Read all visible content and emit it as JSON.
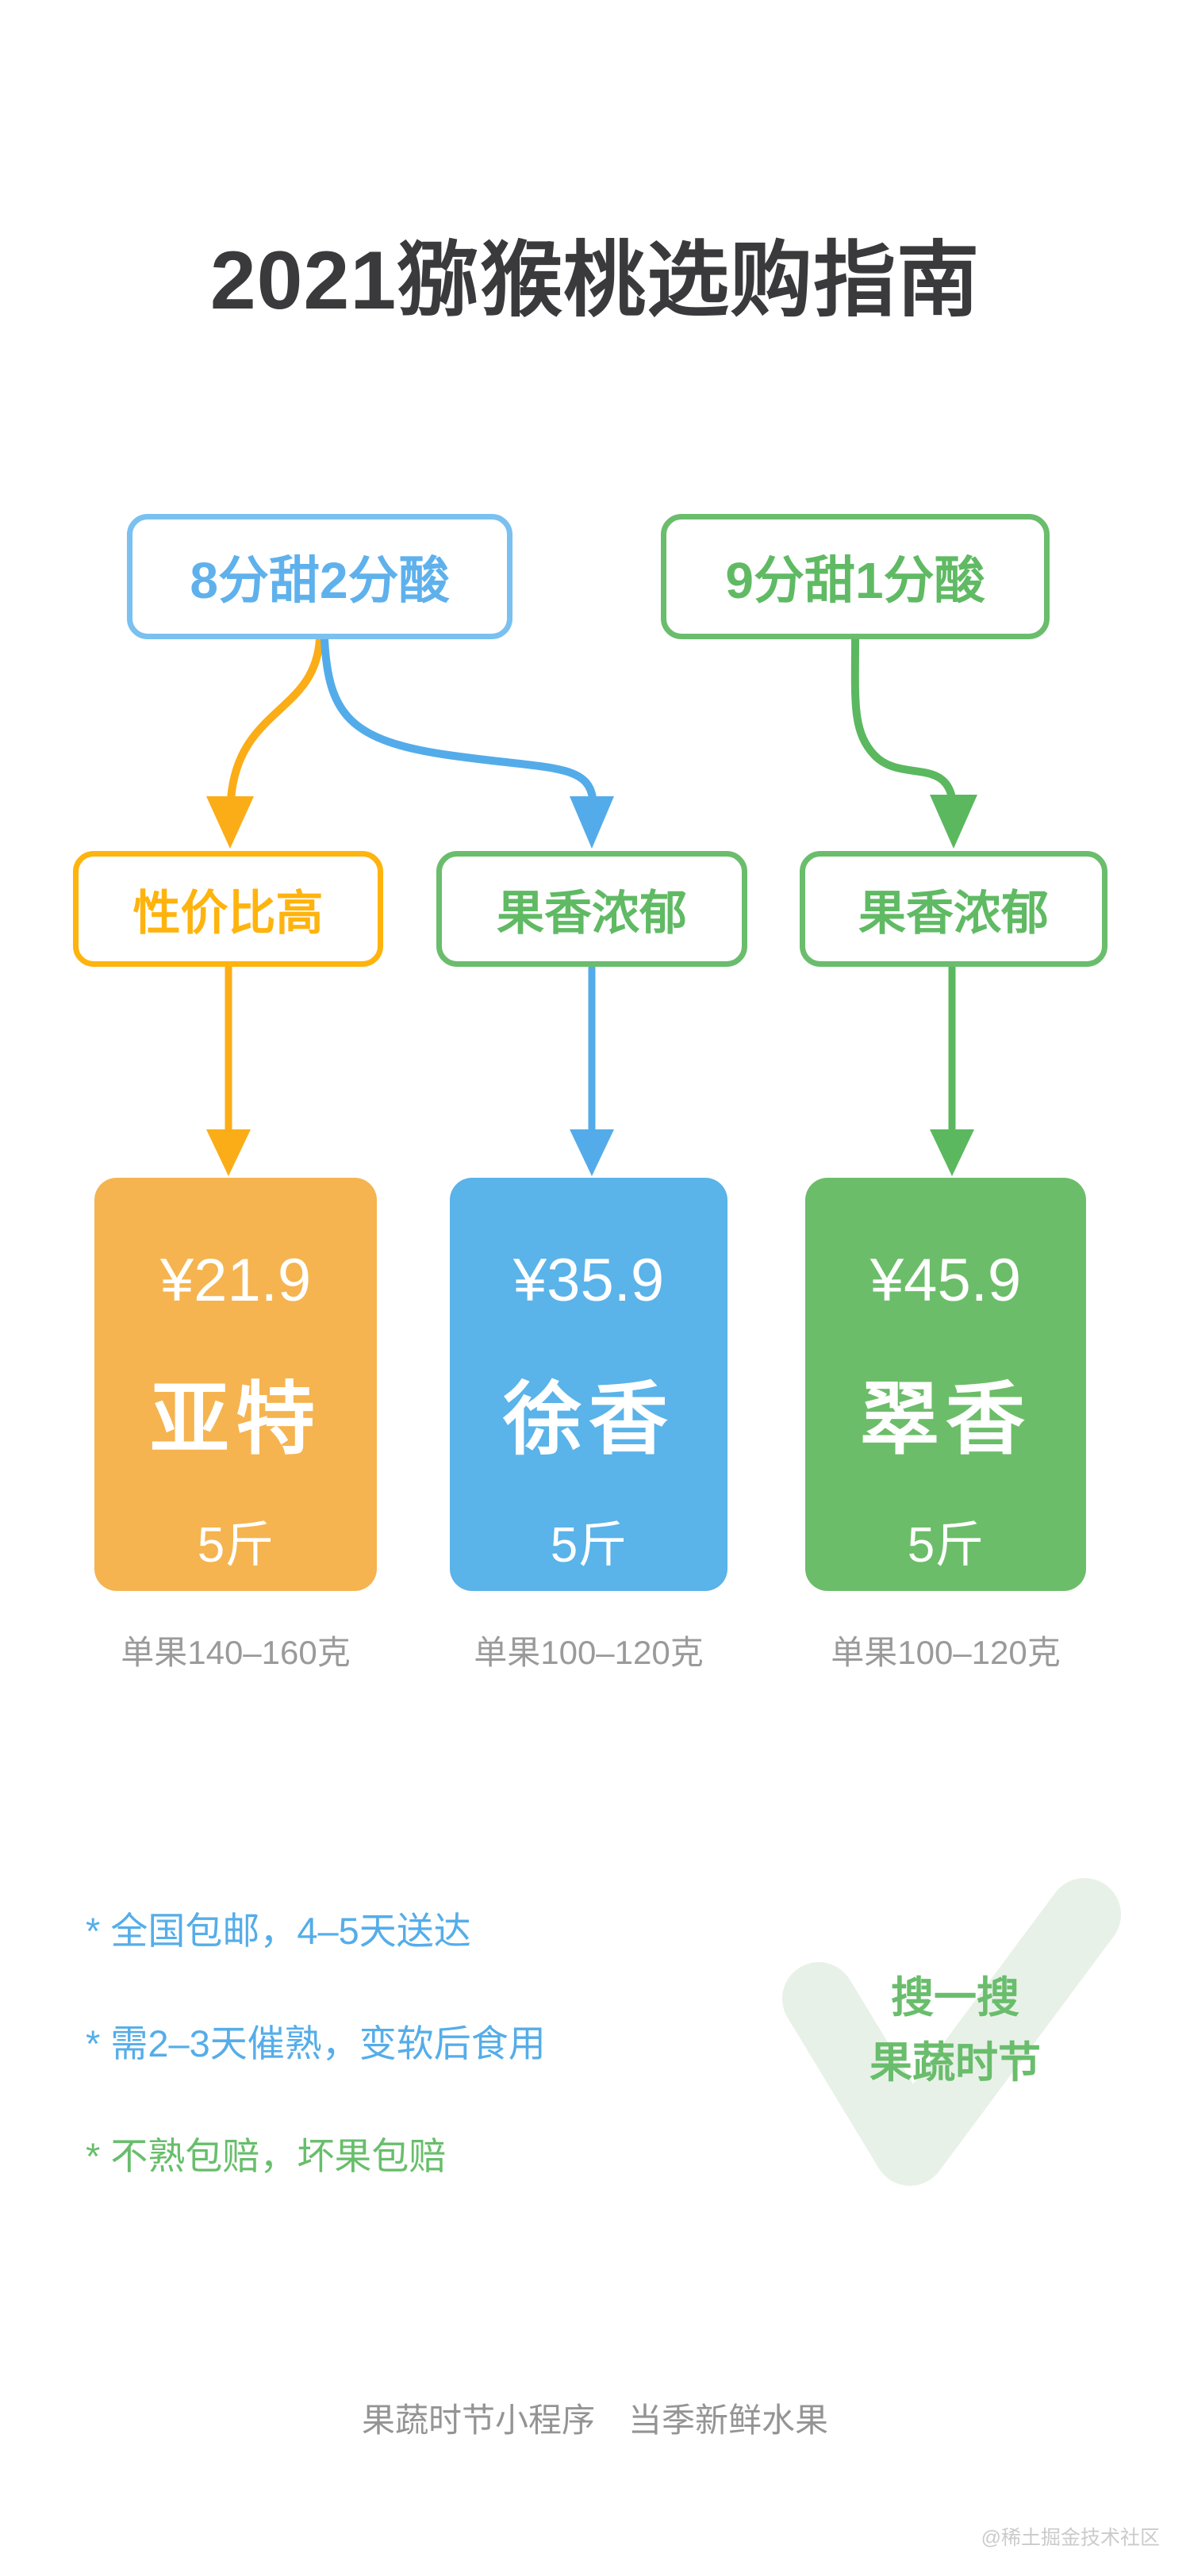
{
  "page": {
    "title": "2021猕猴桃选购指南",
    "footer": "果蔬时节小程序　当季新鲜水果",
    "watermark": "@稀土掘金技术社区"
  },
  "flow": {
    "taste_nodes": [
      {
        "label": "8分甜2分酸",
        "color": "#5fb1ec"
      },
      {
        "label": "9分甜1分酸",
        "color": "#6abd6c"
      }
    ],
    "feature_nodes": [
      {
        "label": "性价比高",
        "color": "#ffb30d"
      },
      {
        "label": "果香浓郁",
        "color": "#6abd6c"
      },
      {
        "label": "果香浓郁",
        "color": "#6abd6c"
      }
    ],
    "products": [
      {
        "price": "¥21.9",
        "name": "亚特",
        "qty": "5斤",
        "weight": "单果140–160克",
        "color": "#f5b450"
      },
      {
        "price": "¥35.9",
        "name": "徐香",
        "qty": "5斤",
        "weight": "单果100–120克",
        "color": "#5ab3e9"
      },
      {
        "price": "¥45.9",
        "name": "翠香",
        "qty": "5斤",
        "weight": "单果100–120克",
        "color": "#6cbd69"
      }
    ]
  },
  "notes": [
    {
      "text": "* 全国包邮，4–5天送达",
      "color": "#55ade9"
    },
    {
      "text": "* 需2–3天催熟，变软后食用",
      "color": "#55ade9"
    },
    {
      "text": "* 不熟包赔，坏果包赔",
      "color": "#68be6b"
    }
  ],
  "search": {
    "line1": "搜一搜",
    "line2": "果蔬时节",
    "icon": "check-icon",
    "icon_color": "#e8f1e8"
  },
  "colors": {
    "title": "#3a3a3c",
    "blue_border": "#7ac0f0",
    "blue_text": "#5fb1ec",
    "blue_arrow": "#53ace9",
    "green": "#6abd6c",
    "yellow": "#ffb30d",
    "yellow_arrow": "#fbad17",
    "gray_text": "#9a9a9a",
    "footer_text": "#949494",
    "watermark_text": "#cbcbcb"
  }
}
